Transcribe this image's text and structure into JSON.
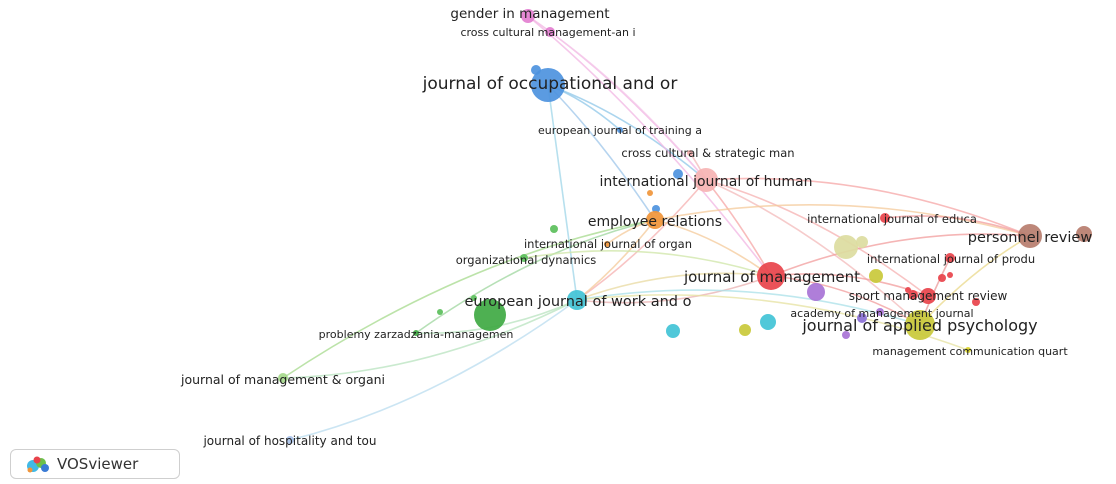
{
  "network": {
    "type": "journal co-citation network",
    "nodes": [
      {
        "id": "gender",
        "label": "gender in management",
        "color": "#e37fd0"
      },
      {
        "id": "crossmgmt",
        "label": "cross cultural management-an i",
        "color": "#e37fd0"
      },
      {
        "id": "jooccup",
        "label": "journal of occupational and or",
        "color": "#4d93de"
      },
      {
        "id": "ejtraining",
        "label": "european journal of training a",
        "color": "#4d93de"
      },
      {
        "id": "ccstrategic",
        "label": "cross cultural & strategic man",
        "color": "#f3a8a8"
      },
      {
        "id": "ijhuman",
        "label": "international journal of human",
        "color": "#f6b3b3"
      },
      {
        "id": "emprel",
        "label": "employee relations",
        "color": "#f0953a"
      },
      {
        "id": "ijeduca",
        "label": "international journal of educa",
        "color": "#e8434b"
      },
      {
        "id": "persrev",
        "label": "personnel review",
        "color": "#b77d6e"
      },
      {
        "id": "ijorgan",
        "label": "international journal of organ",
        "color": "#f0953a"
      },
      {
        "id": "orgdyn",
        "label": "organizational dynamics",
        "color": "#5bbf5b"
      },
      {
        "id": "ijprodu",
        "label": "international journal of produ",
        "color": "#e8434b"
      },
      {
        "id": "jmgmt",
        "label": "journal of management",
        "color": "#e8434b"
      },
      {
        "id": "sportmr",
        "label": "sport management review",
        "color": "#e8434b"
      },
      {
        "id": "ejwork",
        "label": "european journal of work and o",
        "color": "#41c3d6"
      },
      {
        "id": "amj",
        "label": "academy of management journal",
        "color": "#a873d6"
      },
      {
        "id": "japplied",
        "label": "journal of applied psychology",
        "color": "#c9c93a"
      },
      {
        "id": "problemy",
        "label": "problemy zarzadzania-managemen",
        "color": "#3fa943"
      },
      {
        "id": "mcq",
        "label": "management communication quart",
        "color": "#d9d227"
      },
      {
        "id": "jmorg",
        "label": "journal of management & organi",
        "color": "#a6d98c"
      },
      {
        "id": "jhosp",
        "label": "journal of hospitality and tou",
        "color": "#a9c2ea"
      }
    ]
  },
  "footer": {
    "brand": "VOSviewer"
  }
}
